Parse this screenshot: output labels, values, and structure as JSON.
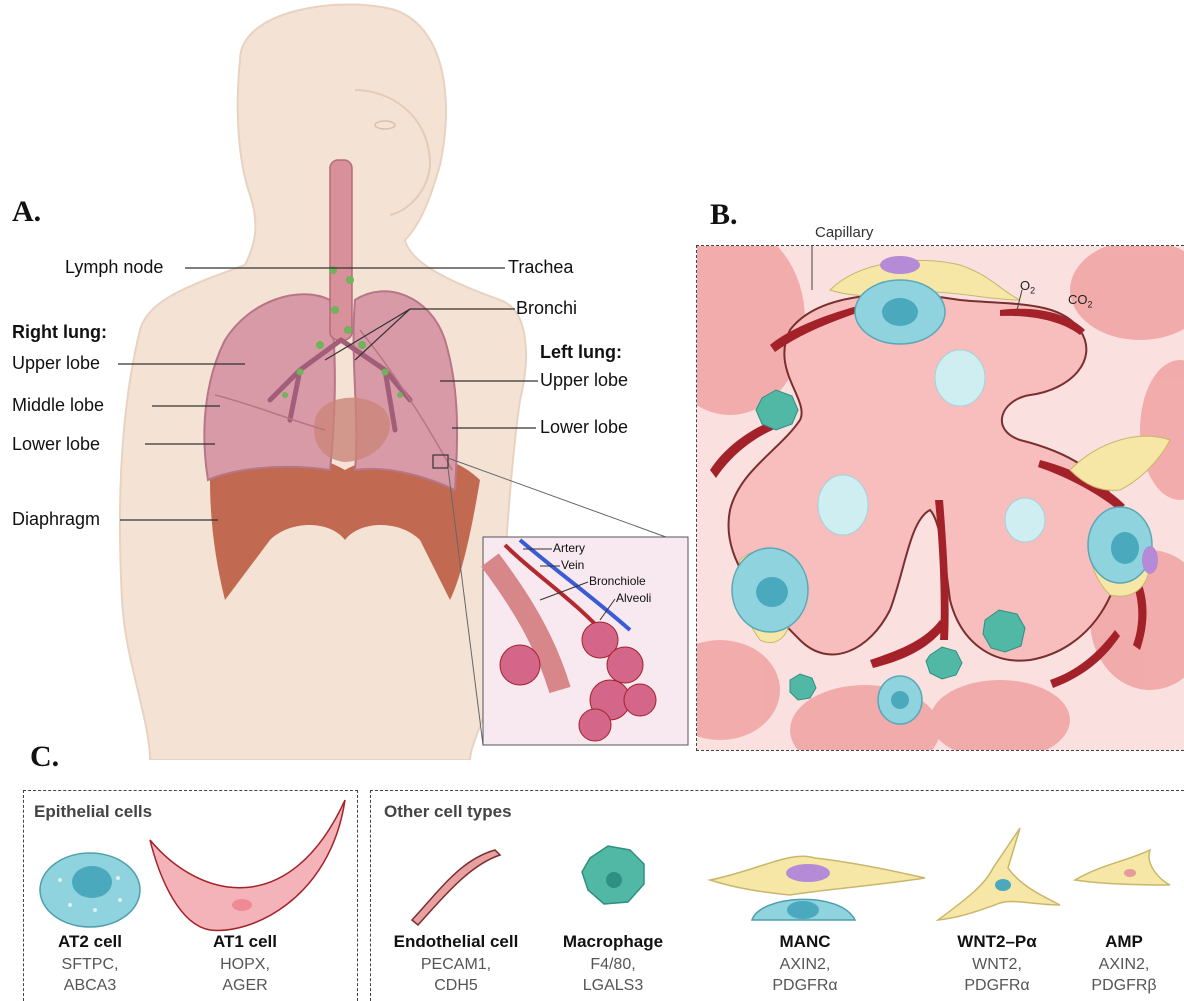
{
  "panels": {
    "a": "A.",
    "b": "B.",
    "c": "C."
  },
  "panel_a": {
    "labels": {
      "lymph_node": "Lymph node",
      "trachea": "Trachea",
      "bronchi": "Bronchi",
      "right_lung": "Right lung:",
      "right_upper": "Upper lobe",
      "right_middle": "Middle lobe",
      "right_lower": "Lower lobe",
      "left_lung": "Left lung:",
      "left_upper": "Upper lobe",
      "left_lower": "Lower lobe",
      "diaphragm": "Diaphragm"
    },
    "inset": {
      "artery": "Artery",
      "vein": "Vein",
      "bronchiole": "Bronchiole",
      "alveoli": "Alveoli"
    }
  },
  "panel_b": {
    "capillary": "Capillary",
    "o2": "O",
    "o2_sub": "2",
    "co2": "CO",
    "co2_sub": "2"
  },
  "panel_c": {
    "epithelial": {
      "title": "Epithelial cells",
      "cells": [
        {
          "name": "AT2 cell",
          "m1": "SFTPC,",
          "m2": "ABCA3"
        },
        {
          "name": "AT1 cell",
          "m1": "HOPX,",
          "m2": "AGER"
        }
      ]
    },
    "other": {
      "title": "Other cell types",
      "cells": [
        {
          "name": "Endothelial cell",
          "m1": "PECAM1,",
          "m2": "CDH5"
        },
        {
          "name": "Macrophage",
          "m1": "F4/80,",
          "m2": "LGALS3"
        },
        {
          "name": "MANC",
          "m1": "AXIN2,",
          "m2": "PDGFRα"
        },
        {
          "name": "WNT2–Pα",
          "m1": "WNT2,",
          "m2": "PDGFRα"
        },
        {
          "name": "AMP",
          "m1": "AXIN2,",
          "m2": "PDGFRβ"
        }
      ]
    }
  },
  "colors": {
    "skin": "#f4e3d4",
    "lung": "#d99aa8",
    "diaphragm": "#b8553a",
    "alveolus": "#f6c4c4",
    "at2": "#8fd3de",
    "capillary": "#a3222a",
    "fibroblast": "#f6e7a6",
    "macrophage": "#52b8a6"
  }
}
